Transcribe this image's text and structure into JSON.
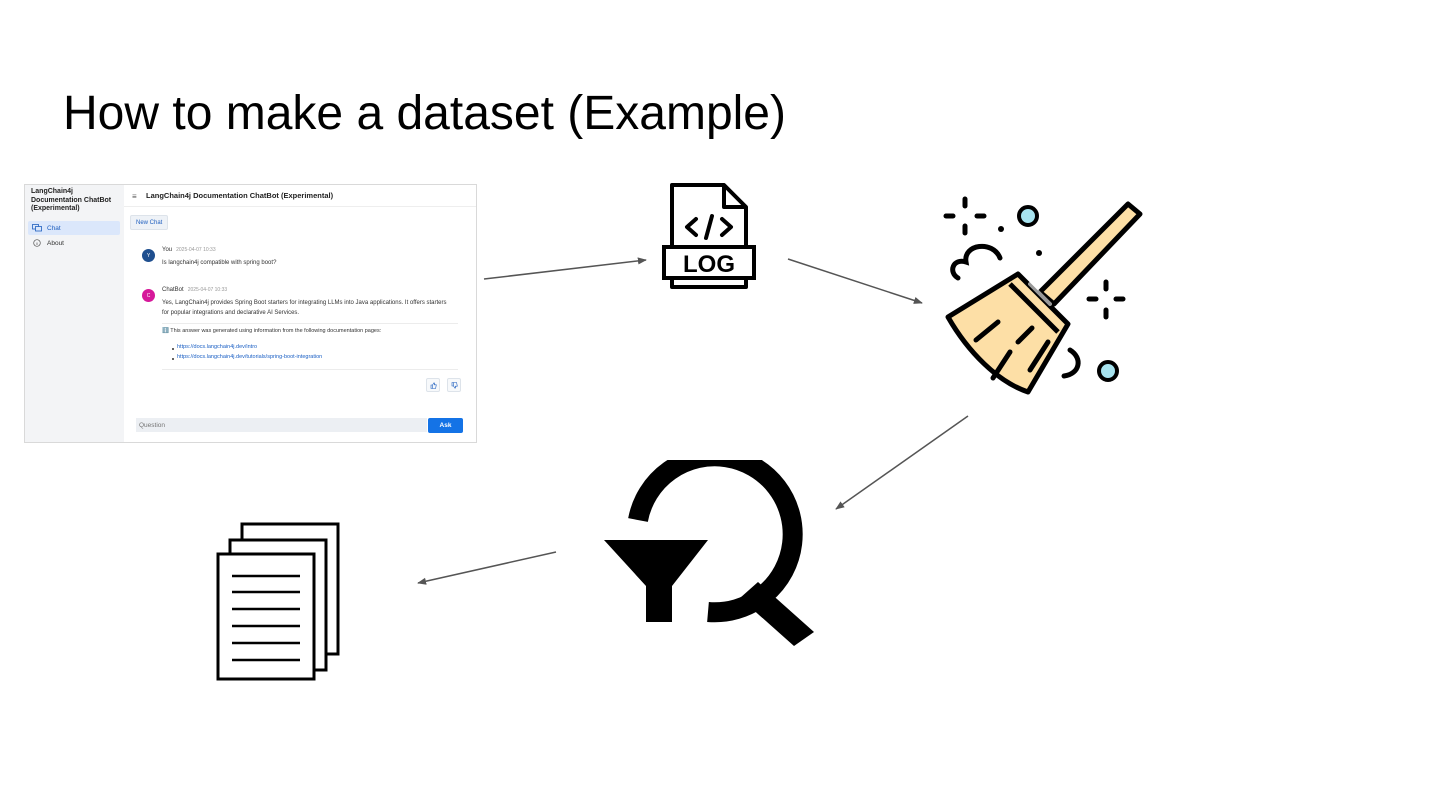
{
  "slide": {
    "title": "How to make a dataset (Example)"
  },
  "screenshot": {
    "brand": "LangChain4j Documentation ChatBot (Experimental)",
    "nav": [
      {
        "label": "Chat",
        "icon": "chat-icon"
      },
      {
        "label": "About",
        "icon": "info-icon"
      }
    ],
    "header_title": "LangChain4j Documentation ChatBot (Experimental)",
    "new_chat": "New Chat",
    "user": {
      "avatar": "Y",
      "name": "You",
      "time": "2025-04-07 10:33",
      "text": "Is langchain4j compatible with spring boot?",
      "color": "#1f4f8f"
    },
    "bot": {
      "avatar": "C",
      "name": "ChatBot",
      "time": "2025-04-07 10:33",
      "color": "#d6189a",
      "line1": "Yes, LangChain4j provides Spring Boot starters for integrating LLMs into Java applications. It offers starters",
      "line2": "for popular integrations and declarative AI Services.",
      "source_note": "ℹ️ This answer was generated using information from the following documentation pages:",
      "links": [
        "https://docs.langchain4j.dev/intro",
        "https://docs.langchain4j.dev/tutorials/spring-boot-integration"
      ]
    },
    "question_placeholder": "Question",
    "ask": "Ask"
  },
  "icons": {
    "log": {
      "name": "log-file-icon",
      "text": "LOG"
    },
    "broom": {
      "name": "broom-cleaning-icon",
      "fill": "#fddfa6",
      "stroke": "#000000",
      "accent": "#a7e3ef"
    },
    "filter": {
      "name": "filter-search-icon"
    },
    "documents": {
      "name": "documents-stack-icon"
    }
  }
}
